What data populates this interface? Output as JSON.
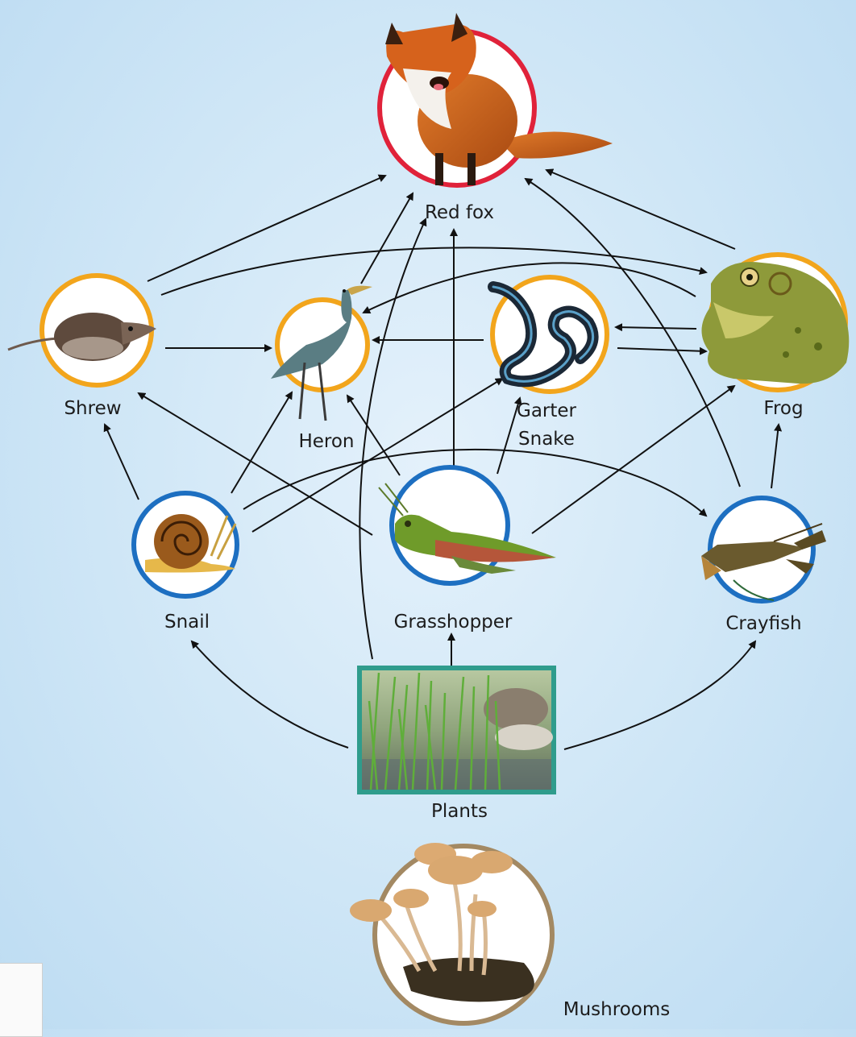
{
  "organisms": {
    "red_fox": "Red fox",
    "shrew": "Shrew",
    "heron": "Heron",
    "garter_snake": [
      "Garter",
      "Snake"
    ],
    "frog": "Frog",
    "snail": "Snail",
    "grasshopper": "Grasshopper",
    "crayfish": "Crayfish",
    "plants": "Plants",
    "mushrooms": "Mushrooms"
  },
  "ring_colors": {
    "top_predator": "#e0223a",
    "consumer": "#f2a51c",
    "primary_consumer": "#1d6fc1",
    "producer": "#2f9c8c",
    "decomposer": "#a38963"
  },
  "feeding_links": [
    {
      "from": "plants",
      "to": "snail"
    },
    {
      "from": "plants",
      "to": "grasshopper"
    },
    {
      "from": "plants",
      "to": "crayfish"
    },
    {
      "from": "plants",
      "to": "red_fox"
    },
    {
      "from": "snail",
      "to": "shrew"
    },
    {
      "from": "snail",
      "to": "heron"
    },
    {
      "from": "snail",
      "to": "garter_snake"
    },
    {
      "from": "snail",
      "to": "crayfish"
    },
    {
      "from": "grasshopper",
      "to": "shrew"
    },
    {
      "from": "grasshopper",
      "to": "heron"
    },
    {
      "from": "grasshopper",
      "to": "garter_snake"
    },
    {
      "from": "grasshopper",
      "to": "frog"
    },
    {
      "from": "grasshopper",
      "to": "red_fox"
    },
    {
      "from": "crayfish",
      "to": "frog"
    },
    {
      "from": "crayfish",
      "to": "red_fox"
    },
    {
      "from": "shrew",
      "to": "heron"
    },
    {
      "from": "shrew",
      "to": "red_fox"
    },
    {
      "from": "shrew",
      "to": "frog"
    },
    {
      "from": "heron",
      "to": "red_fox"
    },
    {
      "from": "garter_snake",
      "to": "heron"
    },
    {
      "from": "garter_snake",
      "to": "frog"
    },
    {
      "from": "frog",
      "to": "garter_snake"
    },
    {
      "from": "frog",
      "to": "heron"
    },
    {
      "from": "frog",
      "to": "red_fox"
    }
  ]
}
